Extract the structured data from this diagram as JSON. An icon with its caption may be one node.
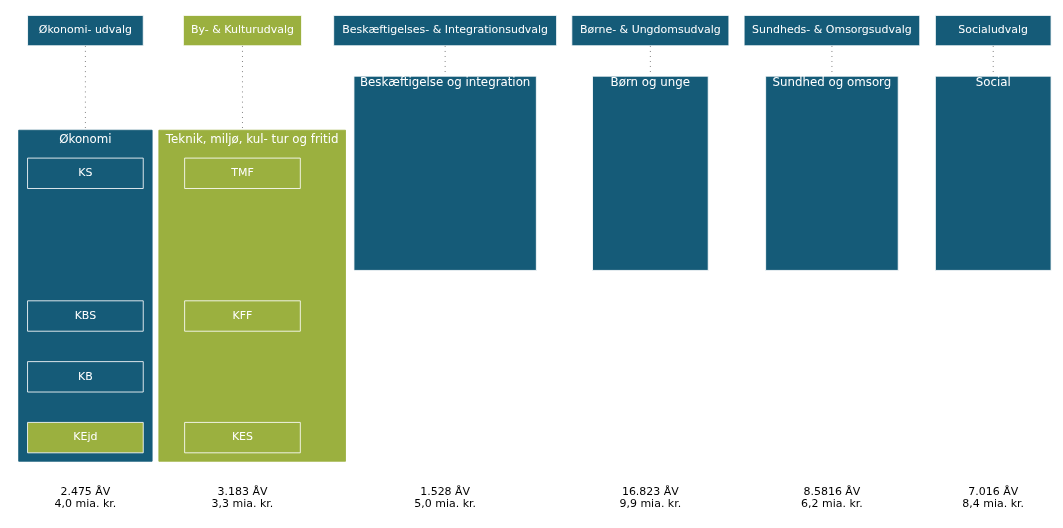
{
  "diagram": {
    "nodes": [
      {
        "text": [
          "Økonomi- udvalg"
        ]
      },
      {
        "text": [
          "By- & Kulturudvalg"
        ]
      },
      {
        "text": [
          "Beskæftigelses- & Integrationsudvalg"
        ]
      },
      {
        "text": [
          "Børne- & Ungdomsudvalg"
        ]
      },
      {
        "text": [
          "Sundheds- & Omsorgsudvalg"
        ]
      },
      {
        "text": [
          "Socialudvalg"
        ]
      },
      {
        "text": [
          "Økonomi"
        ],
        "beside": [
          "2.475 ÅV",
          "4,0 mia. kr."
        ]
      },
      {
        "text": [
          "KS"
        ],
        "in": 6
      },
      {
        "text": [
          "KBS"
        ],
        "in": 6
      },
      {
        "text": [
          "KB"
        ],
        "in": 6
      },
      {
        "text": [
          "KEjd"
        ],
        "in": 6
      },
      {
        "text": [
          "Teknik, miljø, kul- tur og fritid"
        ],
        "beside": [
          "3.183 ÅV",
          "3,3 mia. kr."
        ]
      },
      {
        "text": [
          "TMF"
        ],
        "in": 11
      },
      {
        "text": [
          "KFF"
        ],
        "in": 11
      },
      {
        "text": [
          "KES"
        ],
        "in": 11
      },
      {
        "text": [
          "Beskæftigelse og integration"
        ],
        "beside": [
          "1.528 ÅV",
          "5,0 mia. kr."
        ]
      },
      {
        "text": [
          "Børn og unge"
        ],
        "beside": [
          "16.823 ÅV",
          "9,9 mia. kr."
        ]
      },
      {
        "text": [
          "Sundhed og omsorg"
        ],
        "beside": [
          "8.5816 ÅV",
          "6,2 mia. kr."
        ]
      },
      {
        "text": [
          "Social"
        ],
        "beside": [
          "7.016 ÅV",
          "8,4 mia. kr."
        ]
      }
    ],
    "edges": [
      {
        "from": 0,
        "to": 6,
        "arrow": "none",
        "style": "dashed"
      },
      {
        "from": 1,
        "to": 11,
        "arrow": "none",
        "style": "dashed"
      },
      {
        "from": 2,
        "to": 15,
        "arrow": "none",
        "style": "dashed"
      },
      {
        "from": 3,
        "to": 16,
        "arrow": "none",
        "style": "dashed"
      },
      {
        "from": 4,
        "to": 17,
        "arrow": "none",
        "style": "dashed"
      },
      {
        "from": 5,
        "to": 18,
        "arrow": "none",
        "style": "dashed"
      }
    ]
  }
}
